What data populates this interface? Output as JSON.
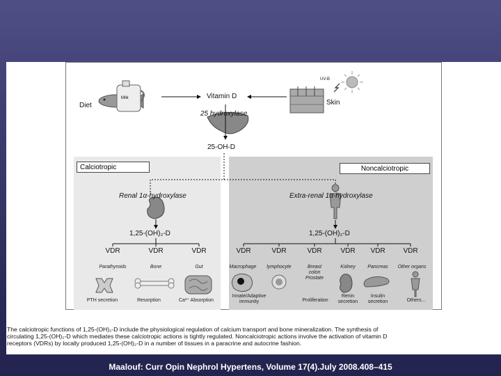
{
  "diagram": {
    "diet": "Diet",
    "milk": "Milk",
    "uvb": "UV-B",
    "skin": "Skin",
    "vitamin_d": "Vitamin D",
    "hydroxylase_25": "25 hydroxylase",
    "metabolite_25oh": "25-OH-D",
    "calciotropic": "Calciotropic",
    "noncalciotropic": "Noncalciotropic",
    "renal": "Renal 1α-hydroxylase",
    "extrarenal": "Extra-renal 1α-hydroxylase",
    "active_left": "1,25-(OH)₂-D",
    "active_right": "1,25-(OH)₂-D",
    "vdr": "VDR",
    "left_targets": [
      {
        "tissue": "Parathyroids",
        "effect": "PTH secretion"
      },
      {
        "tissue": "Bone",
        "effect": "Resorption"
      },
      {
        "tissue": "Gut",
        "effect": "Ca²⁺ Absorption"
      }
    ],
    "right_targets": [
      {
        "tissue": "Macrophage",
        "tissue2": "",
        "effect": "Innate/Adaptive",
        "effect2": "immunity"
      },
      {
        "tissue": "lymphocyte",
        "tissue2": "",
        "effect": "",
        "effect2": ""
      },
      {
        "tissue": "Breast",
        "tissue2": "colon",
        "tissue3": "Prostate",
        "effect": "Proliferation",
        "effect2": ""
      },
      {
        "tissue": "Kidney",
        "tissue2": "",
        "effect": "Renin",
        "effect2": "secretion"
      },
      {
        "tissue": "Pancreas",
        "tissue2": "",
        "effect": "Insulin",
        "effect2": "secretion"
      },
      {
        "tissue": "Other organs",
        "tissue2": "",
        "effect": "Others...",
        "effect2": ""
      }
    ]
  },
  "caption_lines": [
    "The calciotropic functions of 1,25-(OH)₂-D include the physiological regulation of calcium transport and bone mineralization. The synthesis of",
    "circulating 1,25-(OH)₂-D which mediates these calciotropic actions is tightly regulated. Noncalciotropic actions involve the activation of vitamin D",
    "receptors (VDRs) by locally produced 1,25-(OH)₂-D in a number of tissues in a paracrine and autocrine fashion."
  ],
  "citation": "Maalouf: Curr Opin Nephrol Hypertens, Volume 17(4).July 2008.408–415"
}
